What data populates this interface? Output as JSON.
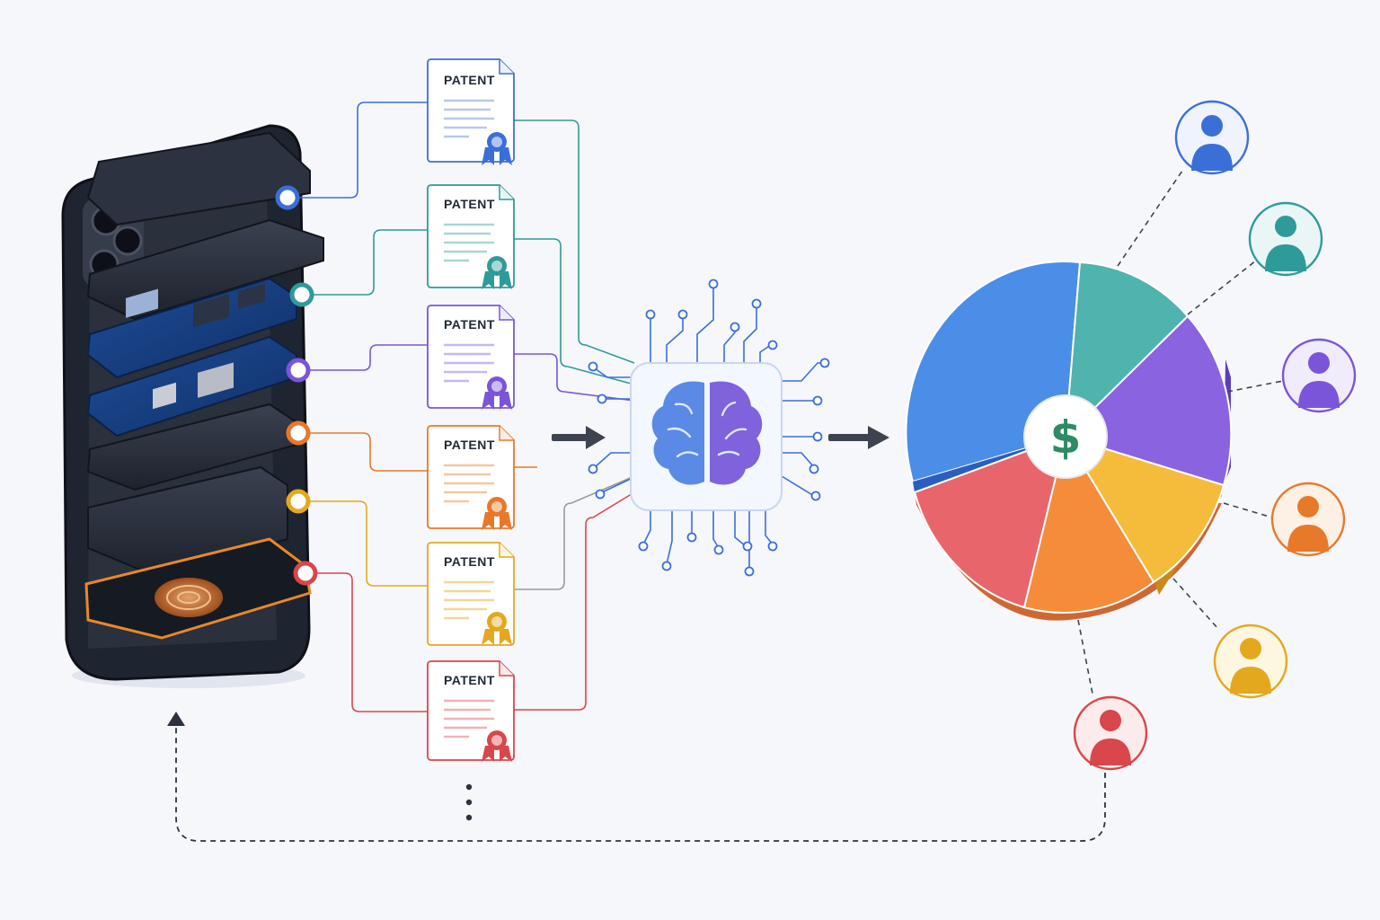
{
  "diagram": {
    "patents": [
      {
        "label": "PATENT",
        "color": "#3b6fd8"
      },
      {
        "label": "PATENT",
        "color": "#2f9a9a"
      },
      {
        "label": "PATENT",
        "color": "#7b55d9"
      },
      {
        "label": "PATENT",
        "color": "#e8782a"
      },
      {
        "label": "PATENT",
        "color": "#e3a81e"
      },
      {
        "label": "PATENT",
        "color": "#d9464b"
      }
    ],
    "center_symbol": "$",
    "stakeholders": [
      {
        "color": "#3b6fd8"
      },
      {
        "color": "#2f9a9a"
      },
      {
        "color": "#7b55d9"
      },
      {
        "color": "#e8782a"
      },
      {
        "color": "#e3a81e"
      },
      {
        "color": "#d9464b"
      }
    ],
    "pie_slice_colors": [
      "#4a8ee8",
      "#4fb3ae",
      "#8a63e0",
      "#f5bc3c",
      "#f48c3a",
      "#e8666b"
    ]
  }
}
